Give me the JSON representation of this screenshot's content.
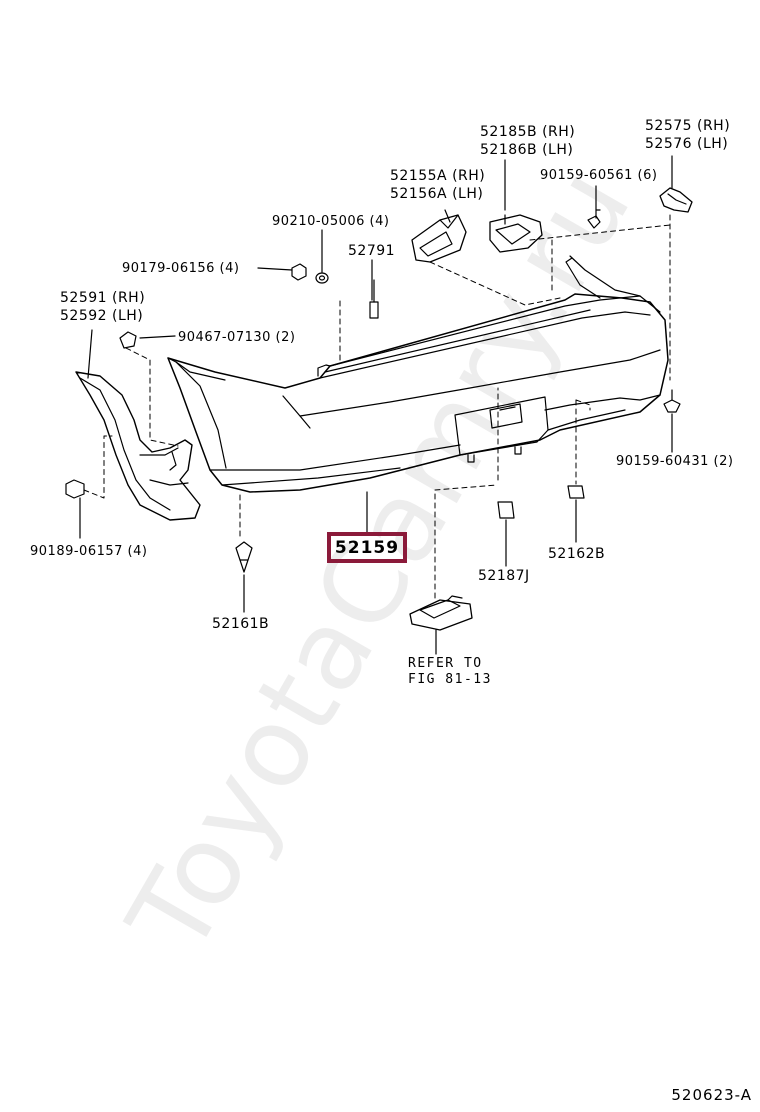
{
  "labels": {
    "p52185b": "52185B (RH)",
    "p52186b": "52186B (LH)",
    "p52575": "52575 (RH)",
    "p52576": "52576 (LH)",
    "p52155a": "52155A (RH)",
    "p52156a": "52156A (LH)",
    "p90159_60561": "90159-60561 (6)",
    "p90210": "90210-05006 (4)",
    "p52791": "52791",
    "p90179": "90179-06156 (4)",
    "p52591": "52591 (RH)",
    "p52592": "52592 (LH)",
    "p90467": "90467-07130 (2)",
    "p90159_60431": "90159-60431 (2)",
    "p90189": "90189-06157 (4)",
    "p52159": "52159",
    "p52187j": "52187J",
    "p52162b": "52162B",
    "p52161b": "52161B",
    "refer1": "REFER TO",
    "refer2": "FIG 81-13"
  },
  "highlight_color": "#8b1a3a",
  "watermark": "ToyotaCamry.ru",
  "figure_code": "520623-A"
}
